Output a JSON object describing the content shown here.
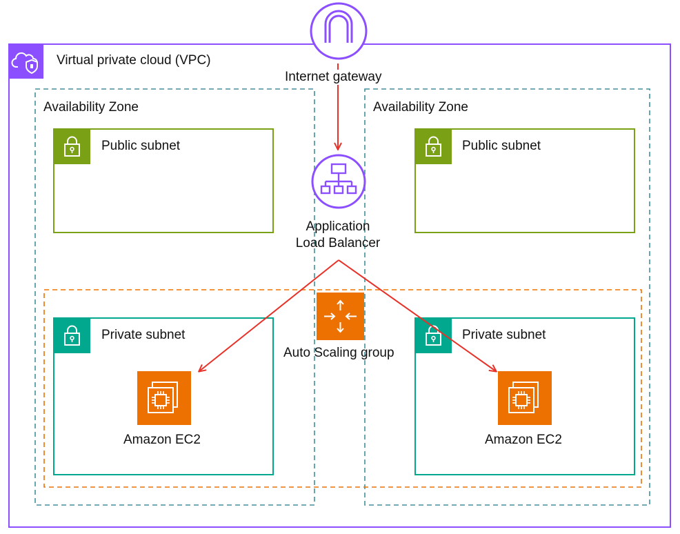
{
  "vpc": {
    "label": "Virtual private cloud (VPC)",
    "icon": "cloud-shield-icon",
    "color": "#8c4fff"
  },
  "internet_gateway": {
    "label": "Internet gateway",
    "icon": "internet-gateway-icon",
    "color": "#8c4fff"
  },
  "load_balancer": {
    "label_line1": "Application",
    "label_line2": "Load Balancer",
    "icon": "application-load-balancer-icon",
    "color": "#8c4fff"
  },
  "auto_scaling_group": {
    "label": "Auto Scaling group",
    "icon": "auto-scaling-icon",
    "color": "#ed7100"
  },
  "availability_zones": [
    {
      "label": "Availability Zone",
      "public_subnet": {
        "label": "Public subnet",
        "icon": "lock-icon",
        "color": "#7aa116"
      },
      "private_subnet": {
        "label": "Private subnet",
        "icon": "lock-icon",
        "color": "#01a88d"
      },
      "instance": {
        "label": "Amazon EC2",
        "icon": "ec2-chip-icon",
        "color": "#ed7100"
      }
    },
    {
      "label": "Availability Zone",
      "public_subnet": {
        "label": "Public subnet",
        "icon": "lock-icon",
        "color": "#7aa116"
      },
      "private_subnet": {
        "label": "Private subnet",
        "icon": "lock-icon",
        "color": "#01a88d"
      },
      "instance": {
        "label": "Amazon EC2",
        "icon": "ec2-chip-icon",
        "color": "#ed7100"
      }
    }
  ],
  "connection_color": "#e7322a",
  "az_border_color": "#3f8f9b"
}
